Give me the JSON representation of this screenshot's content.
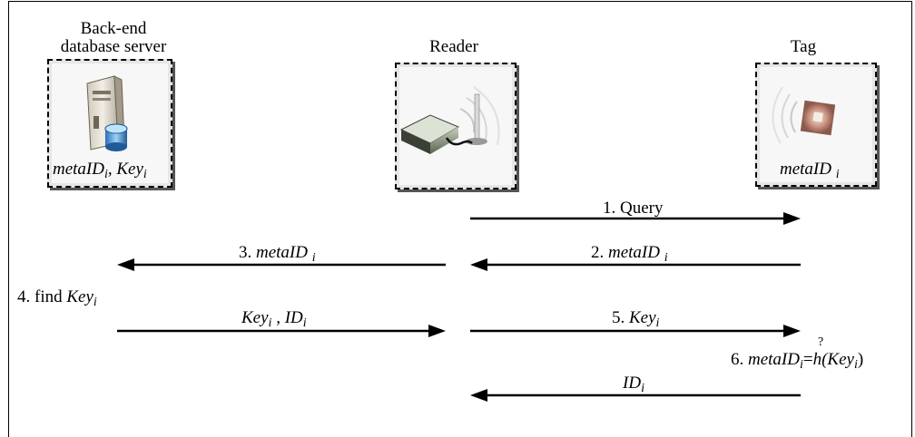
{
  "entities": {
    "server": {
      "title_line1": "Back-end",
      "title_line2": "database server",
      "var1": "metaID",
      "var2": "Key"
    },
    "reader": {
      "title": "Reader"
    },
    "tag": {
      "title": "Tag",
      "var": "metaID"
    }
  },
  "subscript_i": "i",
  "messages": {
    "m1": {
      "step": "1.",
      "text": "Query"
    },
    "m2": {
      "step": "2.",
      "text": "metaID"
    },
    "m3": {
      "step": "3.",
      "text": "metaID"
    },
    "m4": {
      "step": "4.",
      "text": "find",
      "var": "Key"
    },
    "m45": {
      "var1": "Key",
      "var2": "ID"
    },
    "m5": {
      "step": "5.",
      "var": "Key"
    },
    "m6": {
      "step": "6.",
      "lhs": "metaID",
      "eq": "=",
      "q": "?",
      "h": "h(",
      "var": "Key",
      "close": ")"
    },
    "m7": {
      "var": "ID"
    }
  }
}
